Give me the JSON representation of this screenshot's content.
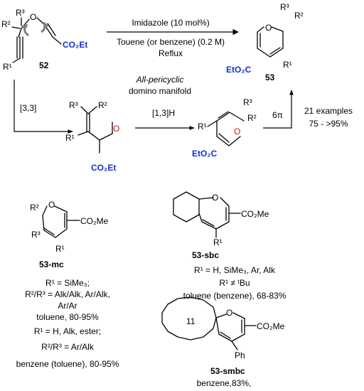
{
  "top_reaction": {
    "reagent_line1": "Imidazole (10 mol%)",
    "reagent_line2": "Touene (or benzene) (0.2 M)",
    "reagent_line3": "Reflux",
    "start_label": "52",
    "product_label": "53",
    "start_ester": "CO₂Et",
    "product_ester": "EtO₂C"
  },
  "manifold": {
    "line1": "All-pericyclic",
    "line2": "domino manifold",
    "step1": "[3,3]",
    "step2": "[1,3]H",
    "step3": "6π",
    "summary_line1": "21 examples",
    "summary_line2": "75 - >95%",
    "allene_ester": "CO₂Et",
    "dienal_ester": "EtO₂C"
  },
  "atoms": {
    "O": "O",
    "R1": "R¹",
    "R2": "R²",
    "R3": "R³",
    "co2me": "CO₂Me",
    "ph": "Ph",
    "ring11": "11"
  },
  "products": {
    "mc": {
      "name": "53-mc",
      "cond1": "R¹ = SiMe₃;",
      "cond2": "R²/R³ = Alk/Alk, Ar/Alk,",
      "cond3": "Ar/Ar",
      "cond4": "toluene,  80-95%",
      "cond5": "R¹ = H, Alk, ester;",
      "cond6": "R²/R³ = Ar/Alk",
      "cond7": "benzene (toluene), 80-95%"
    },
    "sbc": {
      "name": "53-sbc",
      "cond1": "R¹ = H, SiMe₃, Ar, Alk",
      "cond2": "R¹ ≠ ᵗBu",
      "cond3": "toluene (benzene), 68-83%"
    },
    "smbc": {
      "name": "53-smbc",
      "cond1": "benzene,83%,"
    }
  },
  "colors": {
    "ester_blue": "#1530c8",
    "carbonyl_red": "#d31616",
    "curly_arrow": "#808080"
  }
}
